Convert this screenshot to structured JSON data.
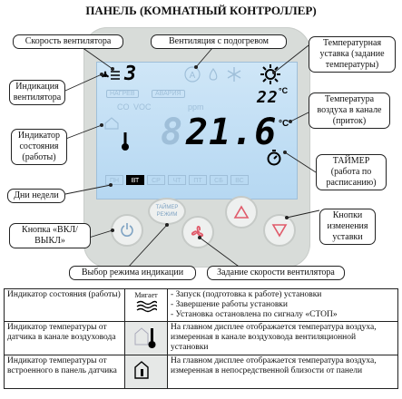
{
  "title": "ПАНЕЛЬ (КОМНАТНЫЙ КОНТРОЛЛЕР)",
  "callouts": {
    "fan_speed": "Скорость вентилятора",
    "heated_vent": "Вентиляция с подогревом",
    "temp_setpoint": "Температурная уставка (задание температуры)",
    "vent_indicator": "Индикация вентилятора",
    "duct_temp": "Температура воздуха в канале (приток)",
    "state_indicator": "Индикатор состояния (работы)",
    "timer": "ТАЙМЕР (работа по расписанию)",
    "weekdays": "Дни недели",
    "setpoint_buttons": "Кнопки изменения уставки",
    "power_button": "Кнопка «ВКЛ/ВЫКЛ»",
    "display_mode": "Выбор режима  индикации",
    "fan_speed_set": "Задание скорости вентилятора"
  },
  "display": {
    "fan_level": "3",
    "setpoint_value": "22",
    "setpoint_unit": "°C",
    "room_temp": "21.6",
    "room_unit": "°C",
    "ghost_labels": [
      "НАГРЕВ",
      "АВАРИЯ",
      "CO",
      "VOC",
      "ppm"
    ],
    "days": [
      "ПН",
      "ВТ",
      "СР",
      "ЧТ",
      "ПТ",
      "СБ",
      "ВС"
    ],
    "active_day": "ВТ"
  },
  "timer_button_text": "ТАЙМЕР РЕЖИМ",
  "table": {
    "rows": [
      {
        "name": "Индикатор состояния (работы)",
        "icon_label": "Мигает",
        "icon": "wave-icon",
        "lines": [
          "- Запуск (подготовка к работе) установки",
          "- Завершение работы установки",
          "- Установка остановлена по сигналу «СТОП»"
        ]
      },
      {
        "name": "Индикатор температуры от датчика в канале воздуховода",
        "icon": "thermometer-duct-icon",
        "lines": [
          "На главном дисплее отображается температура воздуха, измеренная в канале воздуховода вентиляционной установки"
        ]
      },
      {
        "name": "Индикатор температуры от встроенного в панель датчика",
        "icon": "thermometer-panel-icon",
        "lines": [
          "На главном дисплее отображается температура воздуха, измеренная в непосредственной близости от панели"
        ]
      }
    ]
  },
  "colors": {
    "lcd": "#bcdcf3",
    "device": "#d8dcd9",
    "button_icon": "#e05a6a"
  }
}
